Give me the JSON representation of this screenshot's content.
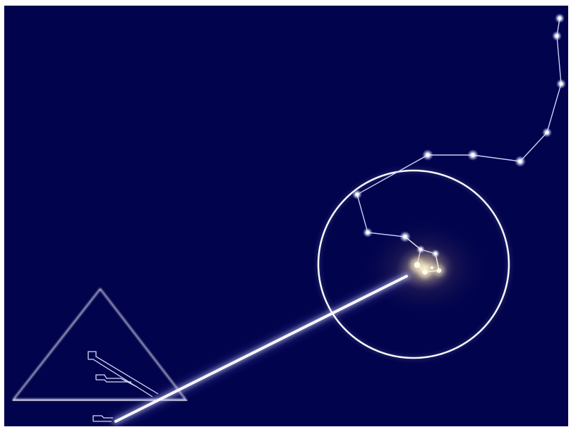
{
  "colors": {
    "sky": "#01034d",
    "line": "#f4f4ff",
    "beam": "#e6e4ff",
    "glow_warm": "#fff2c4",
    "star": "#ffffff"
  },
  "scene": {
    "objects": [
      "pyramid-outline",
      "internal-shafts",
      "light-beam",
      "target-circle",
      "star-chain"
    ],
    "star_count": 16,
    "bright_core_star_count": 4
  }
}
